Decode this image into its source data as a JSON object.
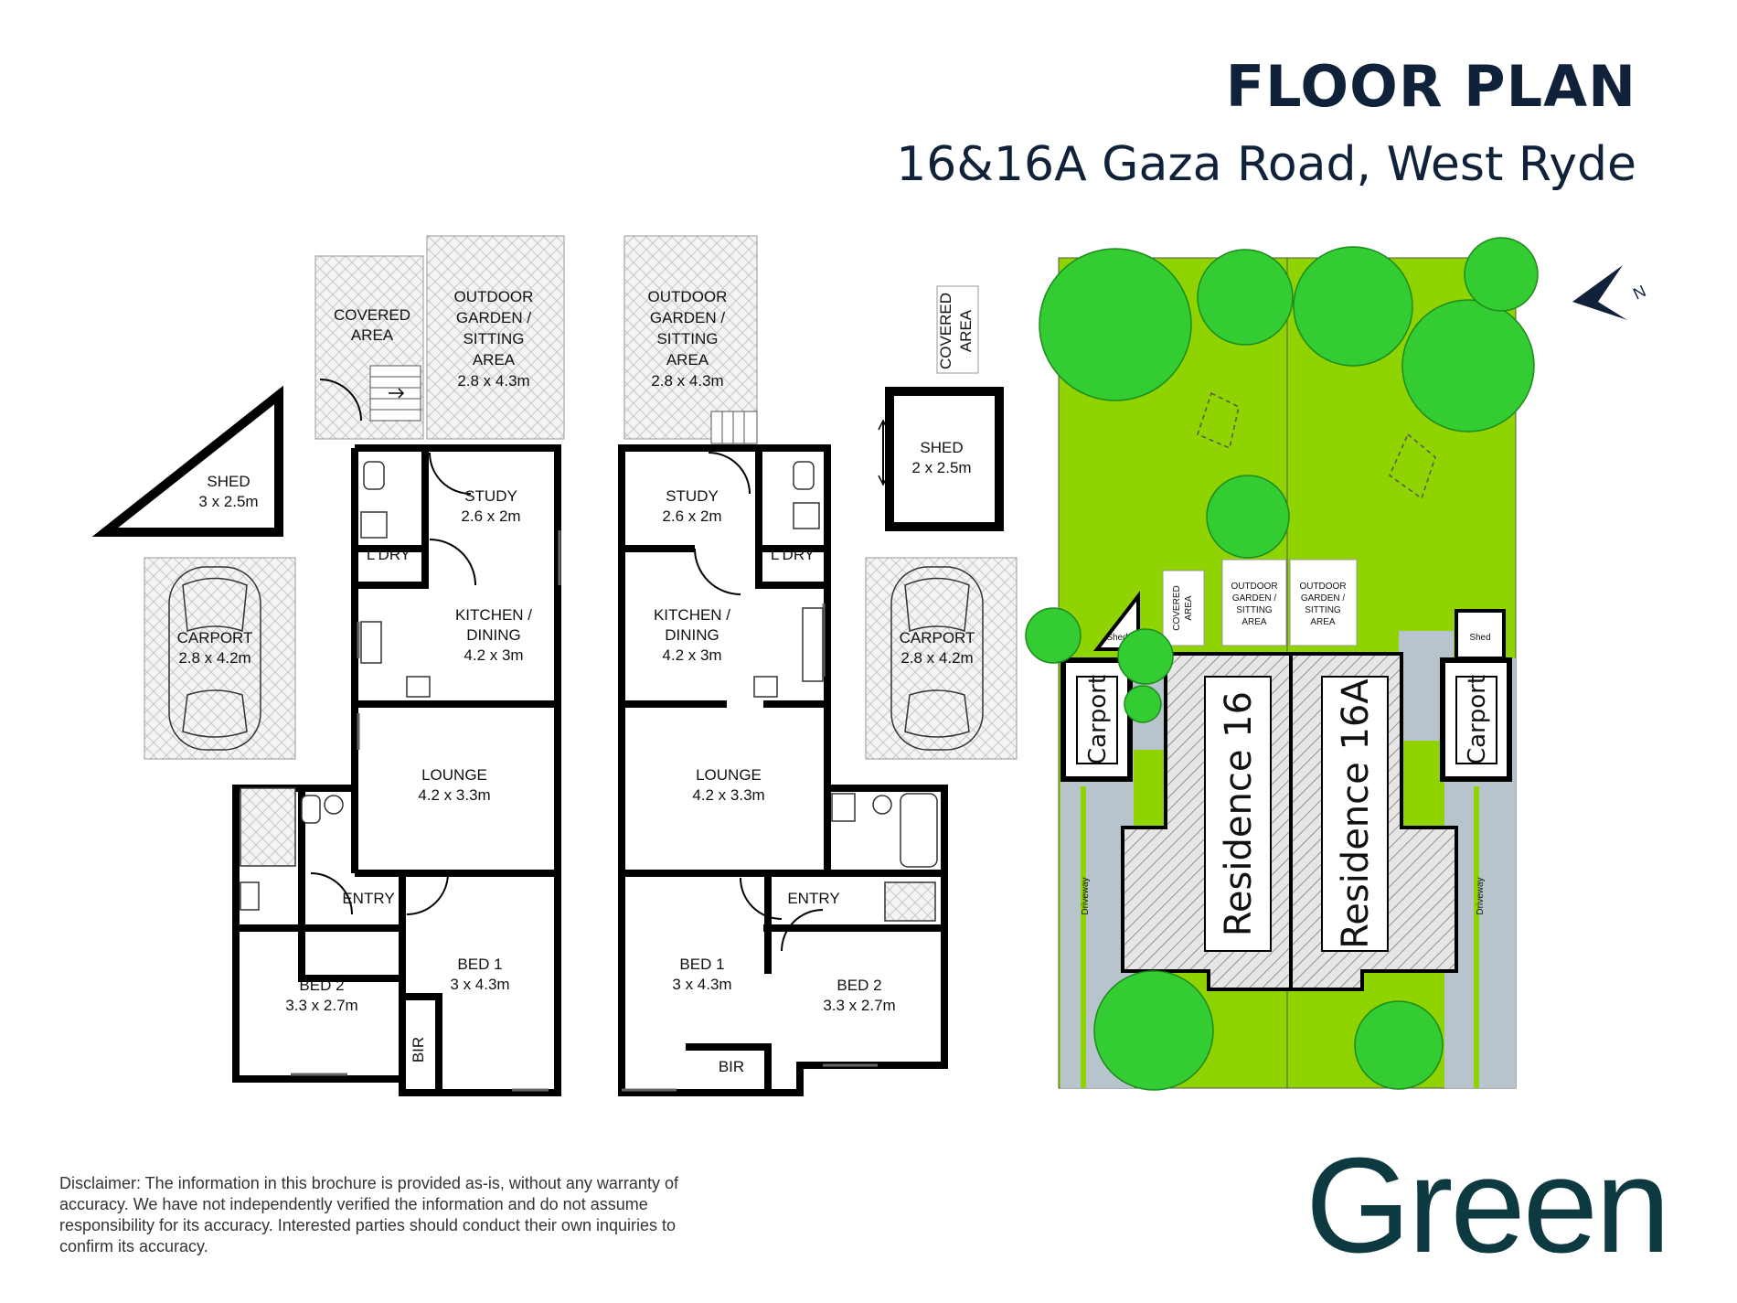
{
  "header": {
    "title": "FLOOR PLAN",
    "address": "16&16A Gaza Road, West Ryde"
  },
  "plan16": {
    "covered_area": [
      "COVERED",
      "AREA"
    ],
    "outdoor": [
      "OUTDOOR",
      "GARDEN /",
      "SITTING",
      "AREA",
      "2.8 x 4.3m"
    ],
    "shed": [
      "SHED",
      "3 x 2.5m"
    ],
    "carport": [
      "CARPORT",
      "2.8 x 4.2m"
    ],
    "study": [
      "STUDY",
      "2.6 x 2m"
    ],
    "laundry": "L'DRY",
    "kitchen": [
      "KITCHEN /",
      "DINING",
      "4.2 x 3m"
    ],
    "lounge": [
      "LOUNGE",
      "4.2 x 3.3m"
    ],
    "entry": "ENTRY",
    "bed1": [
      "BED 1",
      "3 x 4.3m"
    ],
    "bed2": [
      "BED 2",
      "3.3 x 2.7m"
    ],
    "bir": "BIR"
  },
  "plan16a": {
    "covered_area": [
      "COVERED",
      "AREA"
    ],
    "outdoor": [
      "OUTDOOR",
      "GARDEN /",
      "SITTING",
      "AREA",
      "2.8 x 4.3m"
    ],
    "shed": [
      "SHED",
      "2 x 2.5m"
    ],
    "carport": [
      "CARPORT",
      "2.8 x 4.2m"
    ],
    "study": [
      "STUDY",
      "2.6 x 2m"
    ],
    "laundry": "L'DRY",
    "kitchen": [
      "KITCHEN /",
      "DINING",
      "4.2 x 3m"
    ],
    "lounge": [
      "LOUNGE",
      "4.2 x 3.3m"
    ],
    "entry": "ENTRY",
    "bed1": [
      "BED 1",
      "3 x 4.3m"
    ],
    "bed2": [
      "BED 2",
      "3.3 x 2.7m"
    ],
    "bir": "BIR"
  },
  "site": {
    "residence16": "Residence 16",
    "residence16a": "Residence 16A",
    "carport": "Carport",
    "shed": "Shed",
    "covered_area": [
      "COVERED",
      "AREA"
    ],
    "outdoor": [
      "OUTDOOR",
      "GARDEN /",
      "SITTING",
      "AREA"
    ],
    "driveway": "Driveway",
    "north": "N"
  },
  "colors": {
    "brand": "#0d3a40",
    "title": "#10213a",
    "lawn": "#8fd400",
    "tree": "#33cc33",
    "driveway": "#b8c4cc"
  },
  "footer": {
    "disclaimer": "Disclaimer: The information in this brochure is provided as-is, without any warranty of accuracy. We have not independently verified the information and do not assume responsibility for its accuracy. Interested parties should conduct their own inquiries to confirm its accuracy.",
    "brand": "Green"
  }
}
